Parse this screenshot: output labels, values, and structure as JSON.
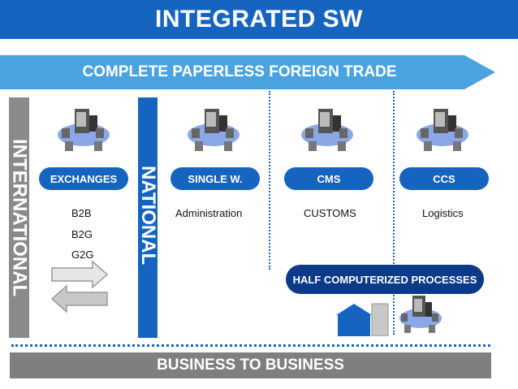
{
  "header": {
    "title": "INTEGRATED SW"
  },
  "banner": {
    "text": "COMPLETE PAPERLESS FOREIGN TRADE"
  },
  "side_labels": {
    "international": "INTERNATIONAL",
    "national": "NATIONAL"
  },
  "columns": [
    {
      "pill": "EXCHANGES",
      "items": [
        "B2B",
        "B2G",
        "G2G"
      ]
    },
    {
      "pill": "SINGLE W.",
      "items": [
        "Administration"
      ]
    },
    {
      "pill": "CMS",
      "items": [
        "CUSTOMS"
      ]
    },
    {
      "pill": "CCS",
      "items": [
        "Logistics"
      ]
    }
  ],
  "half_computerized": {
    "text": "HALF COMPUTERIZED PROCESSES"
  },
  "footer": {
    "text": "BUSINESS TO BUSINESS"
  },
  "colors": {
    "primary_blue": "#1565c0",
    "dark_blue": "#0a3a88",
    "grey": "#8a8a8a"
  },
  "icons": [
    "server-cluster-icon",
    "exchange-arrows-icon",
    "warehouse-icon"
  ]
}
